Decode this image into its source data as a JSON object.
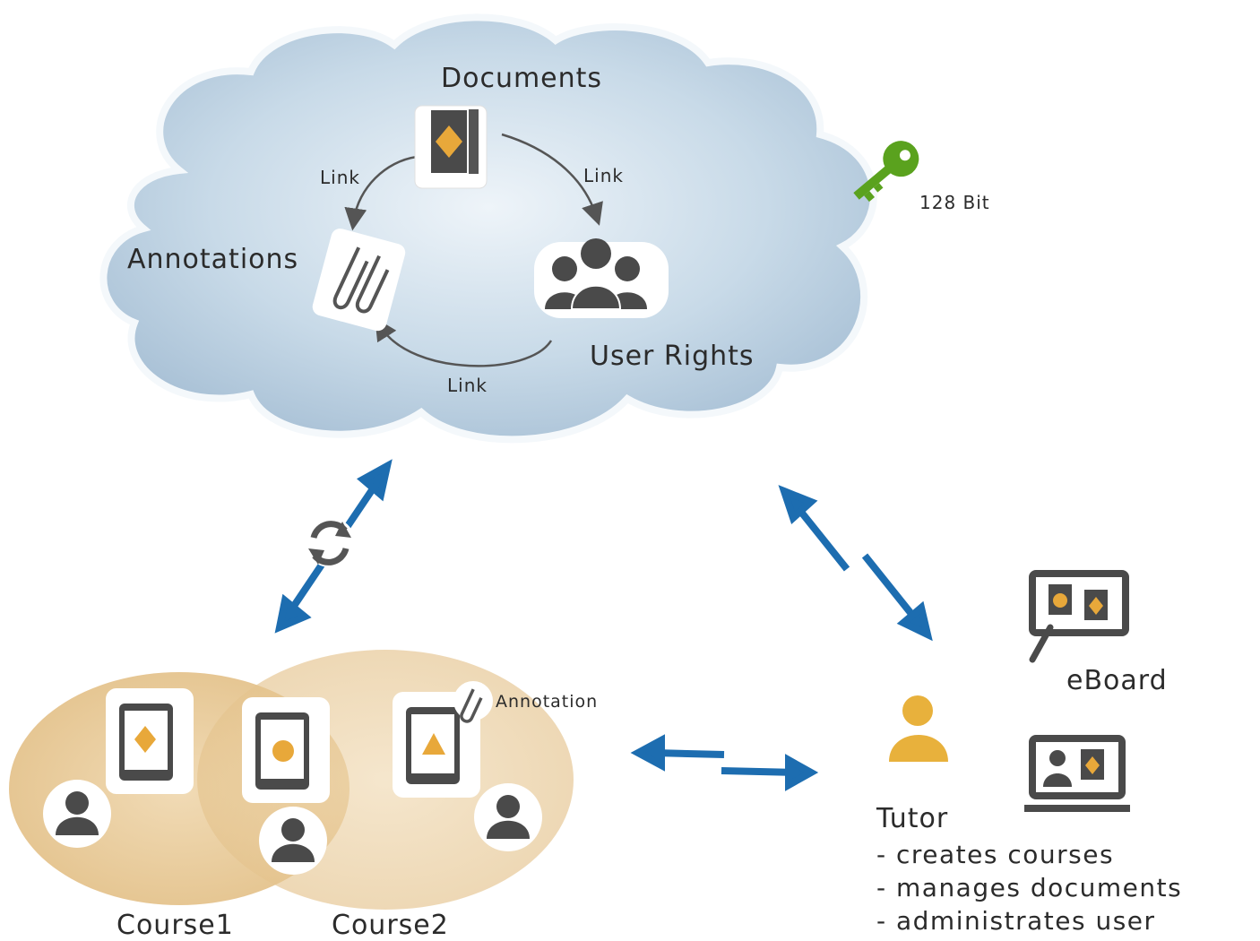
{
  "cloud": {
    "documents_label": "Documents",
    "annotations_label": "Annotations",
    "user_rights_label": "User Rights",
    "link_labels": [
      "Link",
      "Link",
      "Link"
    ]
  },
  "key": {
    "label": "128 Bit",
    "icon": "key-icon",
    "color": "#5aa21e"
  },
  "courses": {
    "course1_label": "Course1",
    "course2_label": "Course2",
    "annotation_label": "Annotation"
  },
  "tutor": {
    "title": "Tutor",
    "duties": [
      "- creates courses",
      "- manages documents",
      "- administrates user"
    ]
  },
  "eboard": {
    "label": "eBoard"
  },
  "colors": {
    "cloud": "#b9cfdf",
    "arrow": "#1d6db0",
    "course_fill": "#e6c795",
    "doc_accent": "#e8a83a",
    "icon_dark": "#4a4a4a"
  }
}
